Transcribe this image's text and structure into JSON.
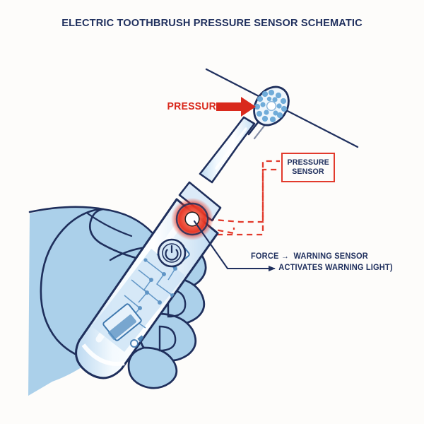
{
  "page": {
    "title": "ELECTRIC TOOTHBRUSH PRESSURE SENSOR SCHEMATIC",
    "background_color": "#fdfcfa"
  },
  "colors": {
    "ink": "#20305e",
    "accent_red": "#d9291c",
    "box_red": "#e23a2c",
    "hand_blue": "#abd0ea",
    "body_light": "#e8f2fb",
    "body_mid": "#cfe4f6",
    "led_glow": "#ef2b1c"
  },
  "annotations": {
    "pressure_label": "PRESSURE",
    "sensor_box": {
      "line1": "PRESSURE",
      "line2": "SENSOR"
    },
    "force_note": {
      "line1": "FORCE →  WARNING SENSOR",
      "line2": "→  ACTIVATES WARNING LIGHT)"
    }
  },
  "diagram": {
    "power_button_icon": "power-symbol",
    "brush_head_icon": "round-brush-head",
    "led_indicator_icon": "red-led-glow",
    "pressure_arrow_icon": "right-arrow",
    "connector_style": "red-dashed"
  }
}
